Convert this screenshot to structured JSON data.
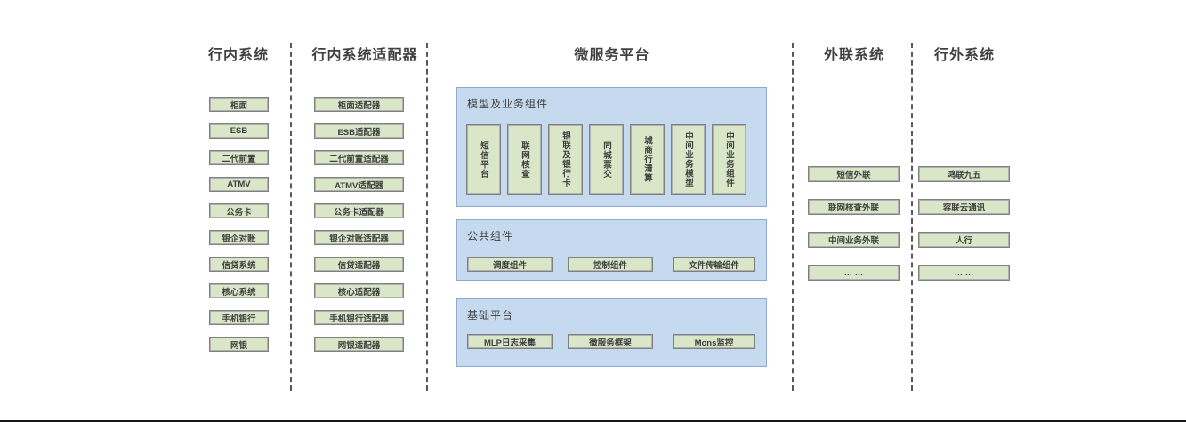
{
  "diagram": {
    "columns": [
      {
        "header": "行内系统",
        "items": [
          "柜面",
          "ESB",
          "二代前置",
          "ATMV",
          "公务卡",
          "银企对账",
          "信贷系统",
          "核心系统",
          "手机银行",
          "网银"
        ]
      },
      {
        "header": "行内系统适配器",
        "items": [
          "柜面适配器",
          "ESB适配器",
          "二代前置适配器",
          "ATMV适配器",
          "公务卡适配器",
          "银企对账适配器",
          "信贷适配器",
          "核心适配器",
          "手机银行适配器",
          "网银适配器"
        ]
      },
      {
        "header": "微服务平台",
        "sections": [
          {
            "title": "模型及业务组件",
            "items": [
              "短信平台",
              "联网核查",
              "银联及银行卡",
              "同城票交",
              "城商行清算",
              "中间业务模型",
              "中间业务组件"
            ]
          },
          {
            "title": "公共组件",
            "items": [
              "调度组件",
              "控制组件",
              "文件传输组件"
            ]
          },
          {
            "title": "基础平台",
            "items": [
              "MLP日志采集",
              "微服务框架",
              "Mons监控"
            ]
          }
        ]
      },
      {
        "header": "外联系统",
        "items": [
          "短信外联",
          "联网核查外联",
          "中间业务外联",
          "… …"
        ]
      },
      {
        "header": "行外系统",
        "items": [
          "鸿联九五",
          "容联云通讯",
          "人行",
          "… …"
        ]
      }
    ],
    "colors": {
      "box_fill": "#d9e6c7",
      "box_border": "#808080",
      "panel_fill": "#c5daee",
      "panel_border": "#8faacc",
      "text": "#3f3f3f",
      "divider": "#595959",
      "baseline": "#1a1a1a"
    }
  }
}
